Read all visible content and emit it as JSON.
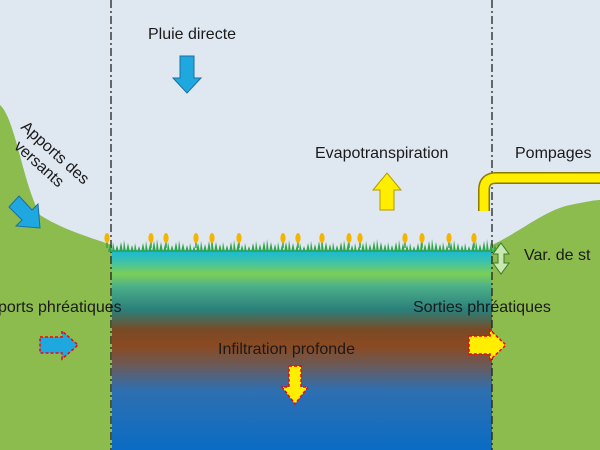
{
  "labels": {
    "pluie_directe": "Pluie directe",
    "apports_versants": "Apports des versants",
    "evapotranspiration": "Evapotranspiration",
    "pompages": "Pompages",
    "var_stock": "Var. de st",
    "apports_phreatiques": "ports phréatiques",
    "sorties_phreatiques": "Sorties phréatiques",
    "infiltration_profonde": "Infiltration profonde"
  },
  "colors": {
    "sky": "#dfe7f1",
    "terrain": "#8cbb4e",
    "inflow_arrow": "#1fa7e0",
    "outflow_arrow": "#ffee00",
    "arrow_outline_dashed": "#ff0000",
    "pumping_pipe": "#ffee00",
    "vegetation": "#2fa64a",
    "flower": "#f4b400",
    "column_top": "#1fb5d6",
    "column_mid": "#8a4a22",
    "column_bottom": "#0b6fc2"
  },
  "icons": {
    "rain_arrow": "arrow-down",
    "slope_arrow": "arrow-down-right",
    "evapo_arrow": "arrow-up",
    "inflow_arrow": "arrow-right",
    "outflow_arrow": "arrow-right",
    "infiltration_arrow": "arrow-down",
    "storage_arrow": "double-arrow-vertical",
    "pumping_pipe": "pipe"
  }
}
